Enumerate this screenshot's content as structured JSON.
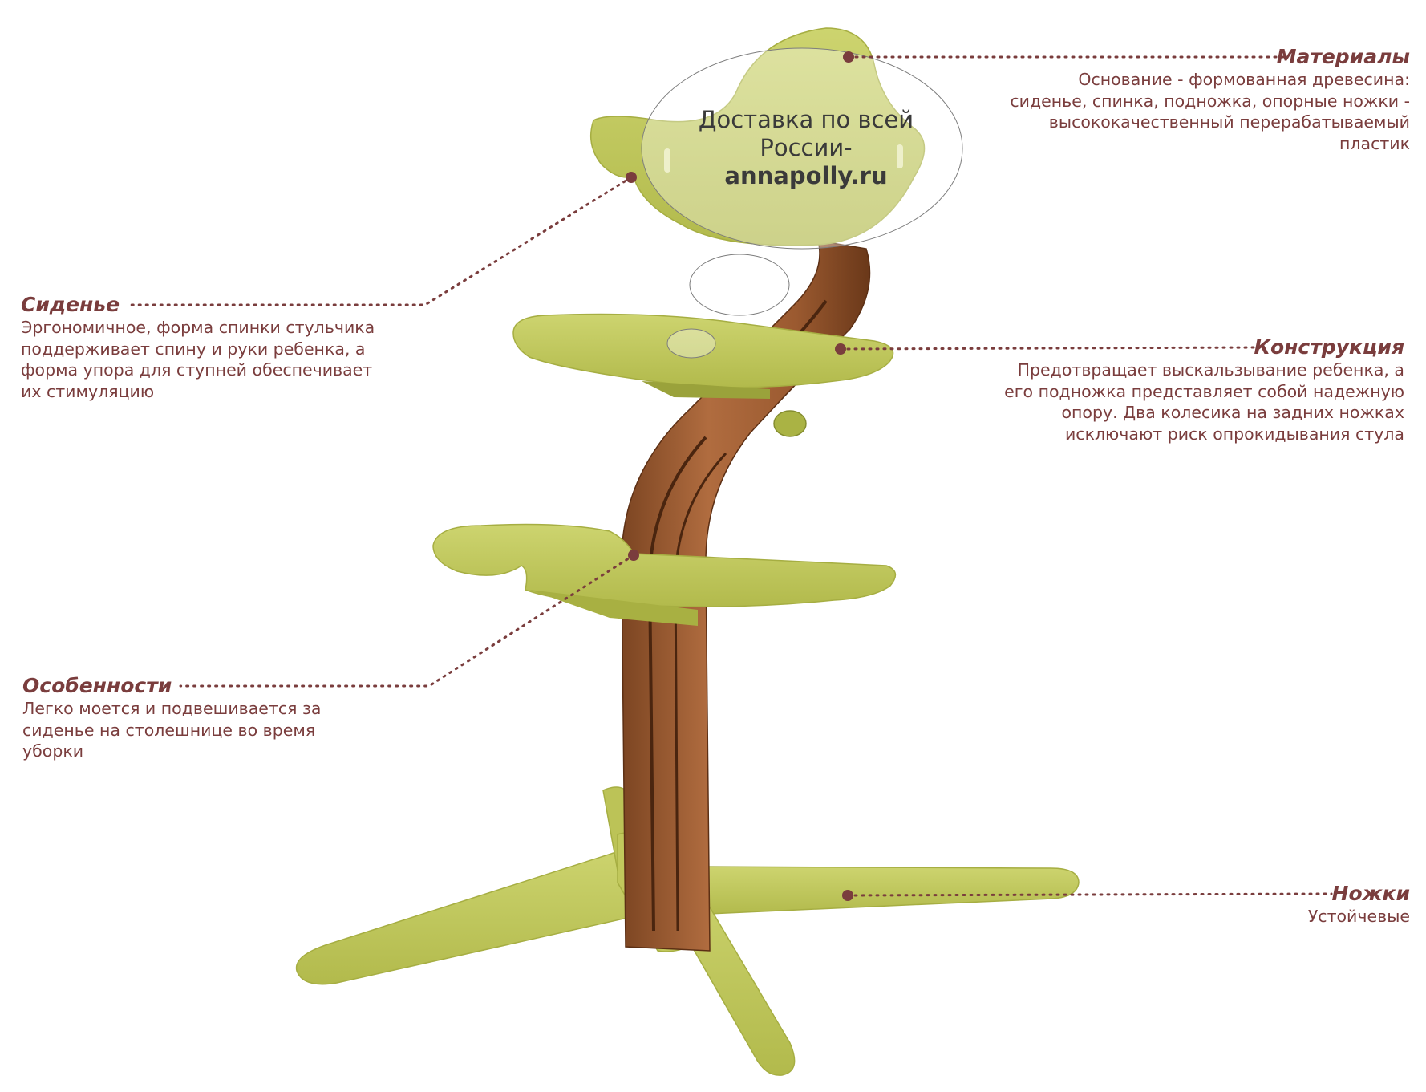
{
  "watermark": {
    "line1": "Доставка по всей",
    "line2": "России-",
    "line3": "annapolly.ru"
  },
  "callouts": [
    {
      "id": "materials",
      "title": "Материалы",
      "lines": [
        "Основание - формованная древесина:",
        "сиденье, спинка, подножка, опорные ножки -",
        "высококачественный перерабатываемый",
        "пластик"
      ]
    },
    {
      "id": "seat",
      "title": "Сиденье",
      "lines": [
        "Эргономичное, форма спинки стульчика",
        "поддерживает спину и руки ребенка, а",
        "форма упора для ступней обеспечивает",
        "их стимуляцию"
      ]
    },
    {
      "id": "construction",
      "title": "Конструкция",
      "lines": [
        "Предотвращает выскальзывание ребенка, а",
        "его подножка представляет собой надежную",
        "опору. Два колесика на задних ножках",
        "исключают риск опрокидывания стула"
      ]
    },
    {
      "id": "features",
      "title": "Особенности",
      "lines": [
        "Легко моется и подвешивается за",
        "сиденье на столешнице во время",
        "уборки"
      ]
    },
    {
      "id": "legs",
      "title": "Ножки",
      "lines": [
        "Устойчевые"
      ]
    }
  ],
  "colors": {
    "accent": "#7a3d3d",
    "plastic": "#c5cc63",
    "plastic_shade": "#aab344",
    "wood": "#a8643a",
    "wood_dark": "#6e3b1c",
    "dot": "#7a3d3d"
  }
}
